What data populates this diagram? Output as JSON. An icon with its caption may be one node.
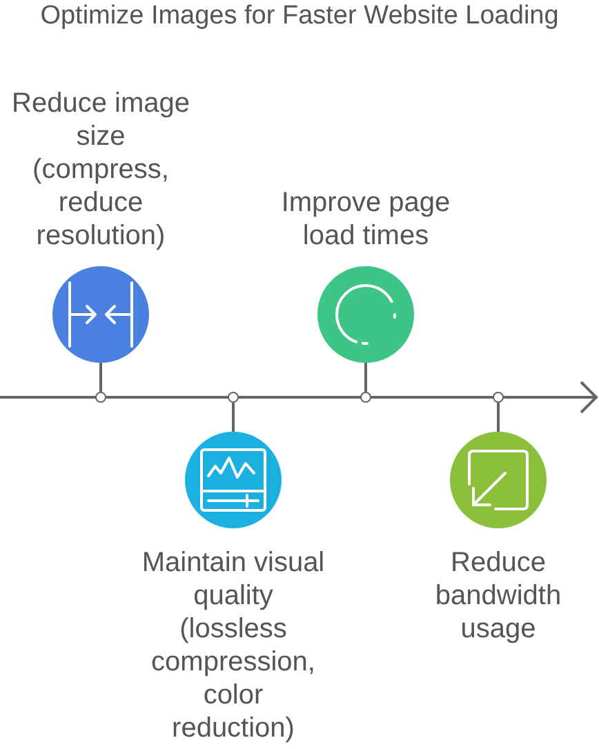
{
  "diagram": {
    "title": "Optimize Images for Faster Website Loading",
    "nodes": [
      {
        "text": [],
        "shape": "circle",
        "beside": [
          "Reduce image size (compress, reduce resolution)"
        ]
      },
      {
        "text": [],
        "shape": "circle"
      },
      {
        "text": [],
        "shape": "circle",
        "beside": [
          "Maintain visual quality (lossless compression, color reduction)"
        ]
      },
      {
        "text": [],
        "shape": "circle"
      },
      {
        "text": [],
        "shape": "circle",
        "beside": [
          "Improve page load times"
        ]
      },
      {
        "text": [],
        "shape": "circle"
      },
      {
        "text": [],
        "shape": "circle",
        "beside": [
          "Reduce bandwidth usage"
        ]
      },
      {
        "text": [],
        "shape": "circle"
      }
    ],
    "edges": [
      {
        "from": 0,
        "to": 1,
        "arrow": "none"
      },
      {
        "from": 2,
        "to": 3,
        "arrow": "none"
      },
      {
        "from": 4,
        "to": 5,
        "arrow": "none"
      },
      {
        "from": 6,
        "to": 7,
        "arrow": "none"
      }
    ]
  }
}
